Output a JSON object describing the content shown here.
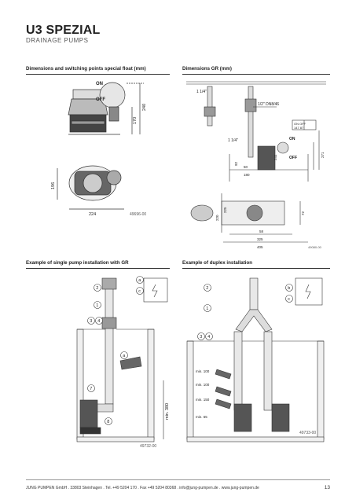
{
  "header": {
    "title": "U3 SPEZIAL",
    "subtitle": "DRAINAGE PUMPS"
  },
  "sections": [
    {
      "heading": "Dimensions and switching points special float (mm)"
    },
    {
      "heading": "Dimensions GR (mm)"
    },
    {
      "heading": "Example of single pump installation with GR"
    },
    {
      "heading": "Example of duplex installation"
    }
  ],
  "fig1": {
    "on_label": "ON",
    "off_label": "OFF",
    "dim_240": "240",
    "dim_170": "170",
    "dim_196": "196",
    "dim_224": "224",
    "drawing_no": "49696-00"
  },
  "fig2": {
    "dim_1_1_4_top": "1 1/4\"",
    "dim_1_2": "1/2\" DN8/46",
    "dim_1_1_4_side": "1 1/4\"",
    "on_label": "ON",
    "off_label": "OFF",
    "on_off_table": "ON OFF",
    "on_off_vals": "147 87",
    "dim_241": "241",
    "dim_271": "271",
    "dim_92": "92",
    "dim_50": "50",
    "dim_180": "180",
    "dim_220": "220",
    "dim_225": "225",
    "dim_72": "72",
    "dim_58": "58",
    "dim_325": "325",
    "dim_405": "405",
    "drawing_no": "49080-00"
  },
  "fig3": {
    "callouts": [
      "2",
      "1",
      "3",
      "4",
      "7",
      "8",
      "a",
      "c",
      "a"
    ],
    "dim_min_380": "min. 380",
    "drawing_no": "49732-00"
  },
  "fig4": {
    "callouts": [
      "2",
      "1",
      "3",
      "4",
      "b",
      "c"
    ],
    "levels": [
      "min. 100",
      "min. 100",
      "min. 150",
      "min. 65"
    ],
    "drawing_no": "49733-00"
  },
  "footer": {
    "text": "JUNG PUMPEN GmbH . 33803 Steinhagen . Tel. +49 5204 170 . Fax +49 5204 80368 . info@jung-pumpen.de . www.jung-pumpen.de",
    "page": "13"
  }
}
